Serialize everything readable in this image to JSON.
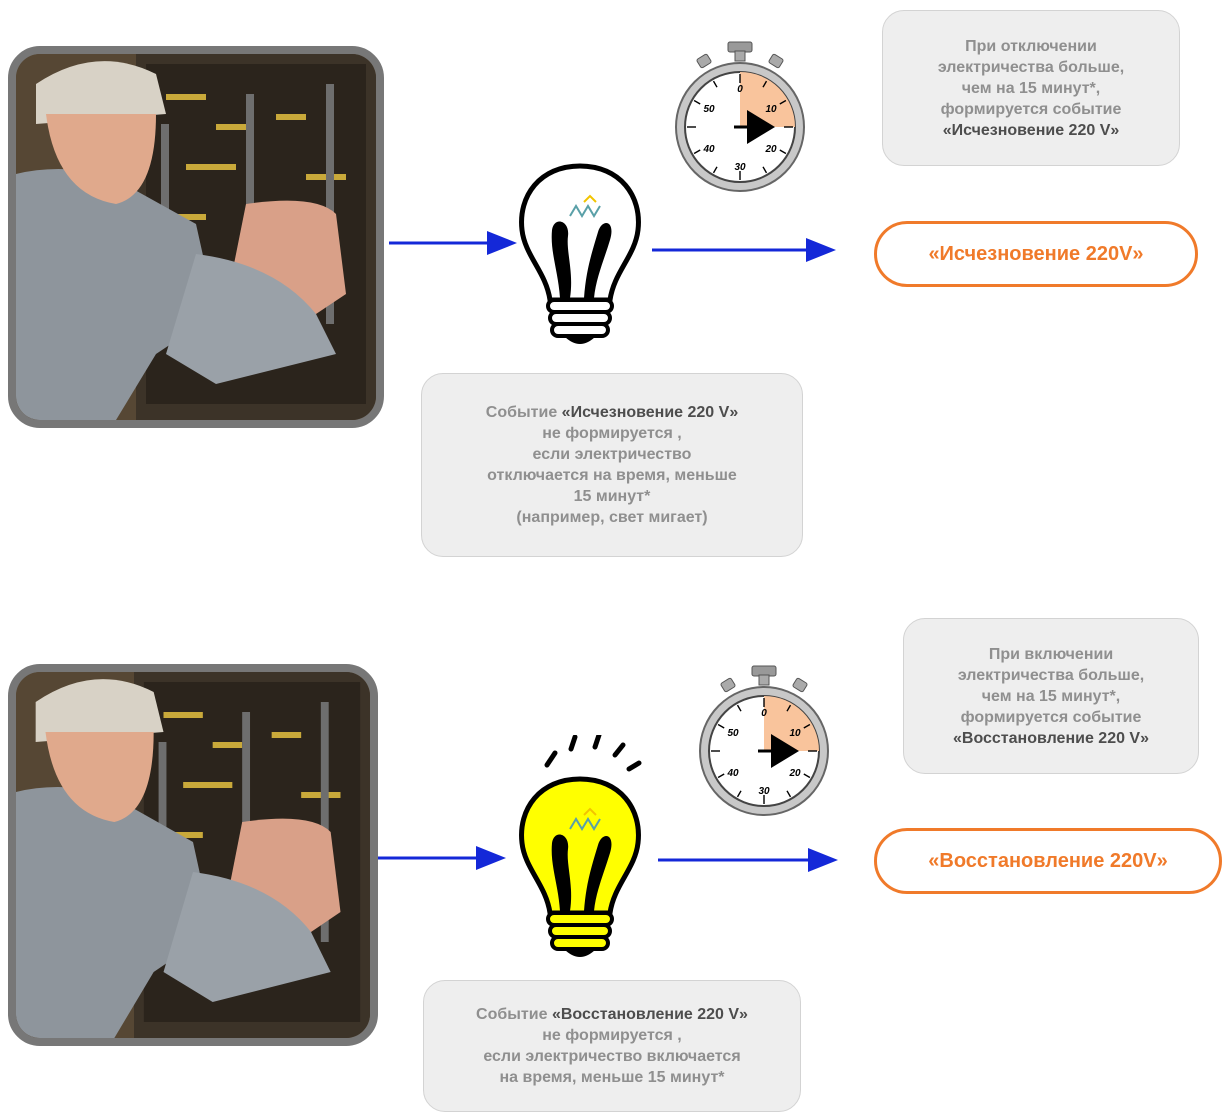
{
  "colors": {
    "accent": "#f07a2a",
    "arrow": "#1428d8",
    "box_fill": "#eeeeee",
    "box_text": "#8f8f8f",
    "box_text_dark": "#4d4d4d",
    "photo_frame": "#777777",
    "bulb_on": "#ffff00",
    "stopwatch_sector": "#f9c49c"
  },
  "sections": [
    {
      "id": "off",
      "bulb_state": "off",
      "icon": "lightbulb-off-icon",
      "stopwatch": {
        "labels": [
          "0",
          "10",
          "20",
          "30",
          "40",
          "50"
        ],
        "highlighted_minutes": 15
      },
      "info_lines": [
        "При отключении",
        "электричества больше,",
        "чем на 15 минут*,",
        "формируется событие"
      ],
      "info_event": "«Исчезновение 220 V»",
      "event_label": "«Исчезновение 220V»",
      "note_prefix": "Событие ",
      "note_event": " «Исчезновение 220 V»",
      "note_lines": [
        "не формируется ,",
        "если электричество",
        "отключается на время, меньше",
        "15 минут*",
        "(например, свет мигает)"
      ]
    },
    {
      "id": "on",
      "bulb_state": "on",
      "icon": "lightbulb-on-icon",
      "stopwatch": {
        "labels": [
          "0",
          "10",
          "20",
          "30",
          "40",
          "50"
        ],
        "highlighted_minutes": 15
      },
      "info_lines": [
        "При включении",
        "электричества больше,",
        "чем на 15 минут*,",
        "формируется событие"
      ],
      "info_event": "«Восстановление 220 V»",
      "event_label": "«Восстановление 220V»",
      "note_prefix": "Событие ",
      "note_event": "«Восстановление 220 V»",
      "note_lines": [
        "не формируется ,",
        "если электричество включается",
        "на время, меньше 15 минут*"
      ]
    }
  ]
}
